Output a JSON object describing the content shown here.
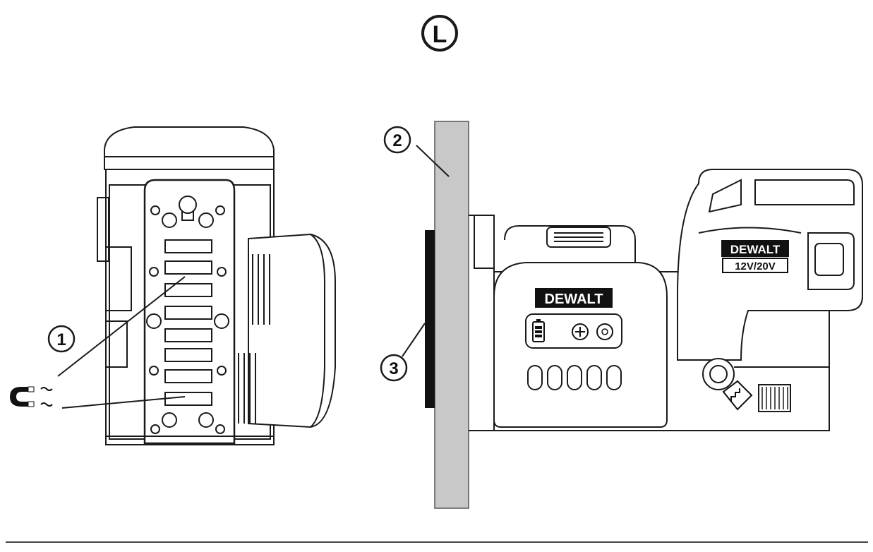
{
  "figure": {
    "letter": "L",
    "callouts": [
      {
        "label": "1"
      },
      {
        "label": "2"
      },
      {
        "label": "3"
      }
    ]
  },
  "device": {
    "brand_side": "DEWALT",
    "brand_top": "DEWALT",
    "voltage_label": "12V/20V"
  },
  "icons": [
    "magnet-icon",
    "battery-icon",
    "wheel-icon",
    "compass-icon",
    "stairs-icon"
  ],
  "colors": {
    "line": "#1a1a1a",
    "wall_fill": "#c8c8c8",
    "background": "#ffffff"
  }
}
